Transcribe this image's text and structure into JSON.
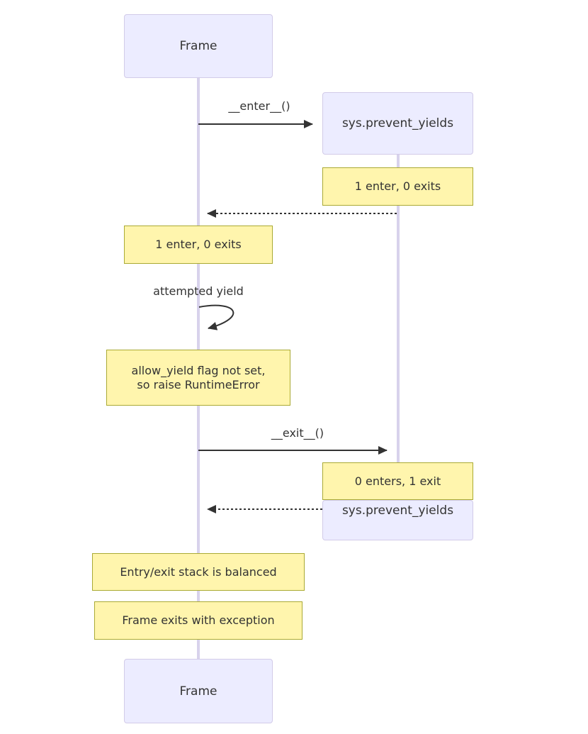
{
  "colors": {
    "actor_fill": "#ECECFF",
    "actor_border": "#D2CBE8",
    "note_fill": "#FFF5AD",
    "note_border": "#AAAA33",
    "lifeline": "#D8D2EC",
    "arrow": "#333333",
    "text": "#333333"
  },
  "actors": {
    "frame_top": "Frame",
    "frame_bottom": "Frame",
    "sys_created": "sys.prevent_yields",
    "sys_destroyed": "sys.prevent_yields"
  },
  "messages": {
    "enter": "__enter__()",
    "attempted_yield": "attempted yield",
    "exit": "__exit__()"
  },
  "notes": {
    "sys_enter_count": "1 enter, 0 exits",
    "frame_enter_count": "1 enter, 0 exits",
    "yield_error": "allow_yield flag not set,\nso raise RuntimeError",
    "sys_exit_count": "0 enters, 1 exit",
    "stack_balanced": "Entry/exit stack is balanced",
    "frame_exception": "Frame exits with exception"
  }
}
